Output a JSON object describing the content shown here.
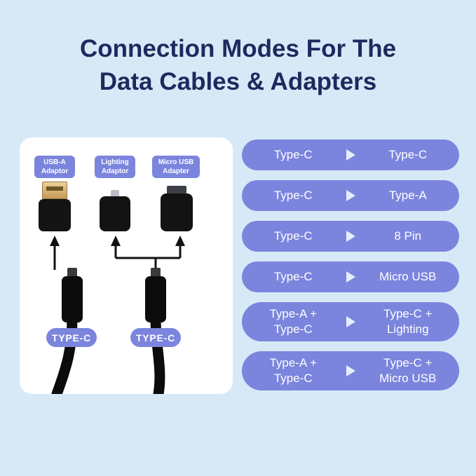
{
  "title": {
    "line1": "Connection Modes For The",
    "line2": "Data Cables & Adapters"
  },
  "photo_card": {
    "adapter_labels": [
      {
        "text": "USB-A\nAdaptor"
      },
      {
        "text": "Lighting\nAdaptor"
      },
      {
        "text": "Micro USB\nAdapter"
      }
    ],
    "cable_labels": [
      {
        "text": "TYPE-C"
      },
      {
        "text": "TYPE-C"
      }
    ]
  },
  "modes": [
    {
      "from": "Type-C",
      "to": "Type-C"
    },
    {
      "from": "Type-C",
      "to": "Type-A"
    },
    {
      "from": "Type-C",
      "to": "8 Pin"
    },
    {
      "from": "Type-C",
      "to": "Micro USB"
    },
    {
      "from": "Type-A +\nType-C",
      "to": "Type-C +\nLighting"
    },
    {
      "from": "Type-A +\nType-C",
      "to": "Type-C +\nMicro USB"
    }
  ],
  "colors": {
    "background": "#d7e9f7",
    "accent_purple": "#7b85dd",
    "title_navy": "#1c2a5e",
    "card_white": "#ffffff"
  }
}
